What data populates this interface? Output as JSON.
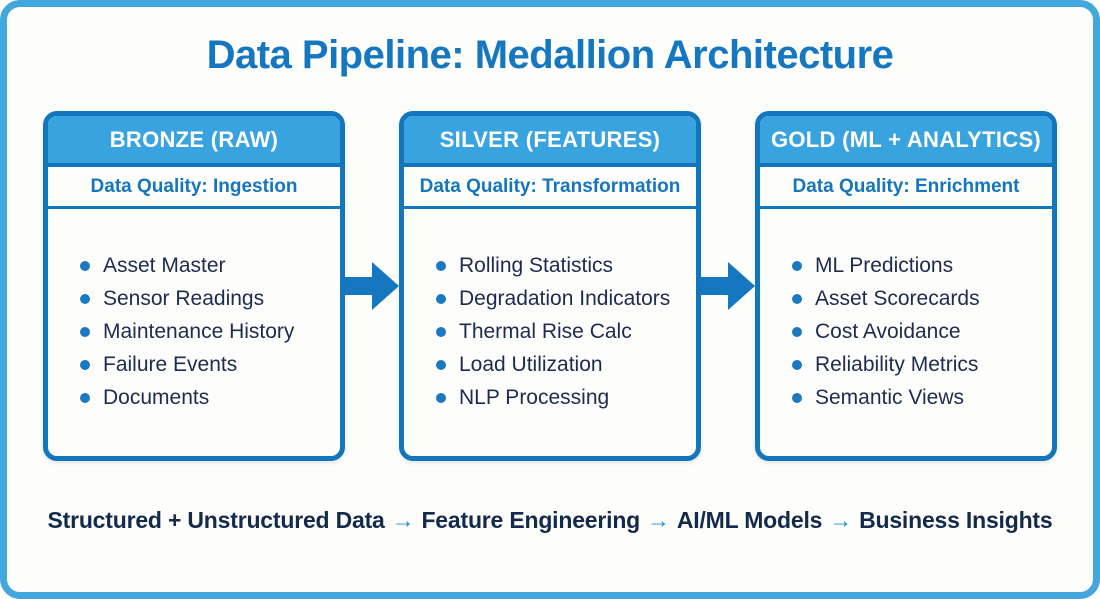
{
  "page": {
    "title": "Data Pipeline: Medallion Architecture"
  },
  "colors": {
    "outer_border": "#41a7dc",
    "card_border": "#1376bc",
    "header_fill": "#38a3de",
    "header_text": "#ffffff",
    "title_text": "#1677c1",
    "quality_text": "#1576be",
    "list_text": "#1c2c4f",
    "bullet": "#1b79c2",
    "block_arrow": "#1677c1",
    "flow_text": "#132a4d",
    "flow_arrow": "#1e88d0"
  },
  "columns": [
    {
      "id": "bronze",
      "header": "BRONZE (RAW)",
      "quality": "Data Quality: Ingestion",
      "items": [
        "Asset Master",
        "Sensor Readings",
        "Maintenance History",
        "Failure Events",
        "Documents"
      ]
    },
    {
      "id": "silver",
      "header": "SILVER (FEATURES)",
      "quality": "Data Quality: Transformation",
      "items": [
        "Rolling Statistics",
        "Degradation Indicators",
        "Thermal Rise Calc",
        "Load Utilization",
        "NLP Processing"
      ]
    },
    {
      "id": "gold",
      "header": "GOLD (ML + ANALYTICS)",
      "quality": "Data Quality: Enrichment",
      "items": [
        "ML Predictions",
        "Asset Scorecards",
        "Cost Avoidance",
        "Reliability Metrics",
        "Semantic Views"
      ]
    }
  ],
  "flow": {
    "arrow": "→",
    "segments": [
      "Structured + Unstructured Data",
      "Feature Engineering",
      "AI/ML Models",
      "Business Insights"
    ]
  }
}
